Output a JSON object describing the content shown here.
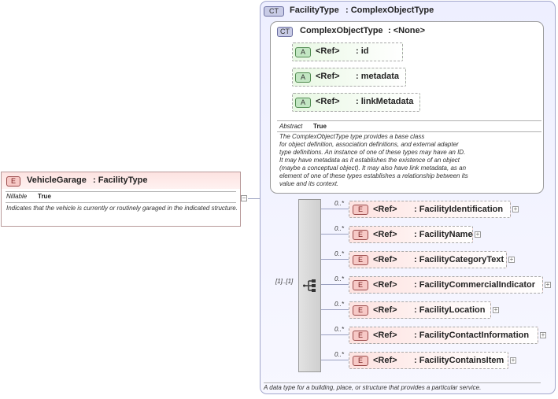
{
  "root_element": {
    "badge": "E",
    "name": "VehicleGarage",
    "type": ": FacilityType",
    "nillable_label": "Nillable",
    "nillable_value": "True",
    "doc": "Indicates that the vehicle is currently or routinely garaged in the indicated structure."
  },
  "complex_type": {
    "badge": "CT",
    "name": "FacilityType",
    "type": ": ComplexObjectType",
    "doc": "A data type for a building, place, or structure that provides a particular service."
  },
  "base_type": {
    "badge": "CT",
    "name": "ComplexObjectType",
    "type": ": <None>",
    "attributes": [
      {
        "badge": "A",
        "ref": "<Ref>",
        "name": ": id"
      },
      {
        "badge": "A",
        "ref": "<Ref>",
        "name": ": metadata"
      },
      {
        "badge": "A",
        "ref": "<Ref>",
        "name": ": linkMetadata"
      }
    ],
    "abstract_label": "Abstract",
    "abstract_value": "True",
    "doc_lines": [
      "The ComplexObjectType type provides a base class",
      "for object definition, association definitions, and external adapter",
      "type definitions. An instance of one of these types may have an ID.",
      "It may have metadata as it establishes the existence of an object",
      "(maybe a conceptual object). It may also have link metadata, as an",
      "element of one of these types establishes a relationship between its",
      "value and its context."
    ]
  },
  "sequence": {
    "occurrence": "[1]..[1]",
    "elements": [
      {
        "badge": "E",
        "ref": "<Ref>",
        "name": ": FacilityIdentification",
        "occ": "0..*"
      },
      {
        "badge": "E",
        "ref": "<Ref>",
        "name": ": FacilityName",
        "occ": "0..*"
      },
      {
        "badge": "E",
        "ref": "<Ref>",
        "name": ": FacilityCategoryText",
        "occ": "0..*"
      },
      {
        "badge": "E",
        "ref": "<Ref>",
        "name": ": FacilityCommercialIndicator",
        "occ": "0..*"
      },
      {
        "badge": "E",
        "ref": "<Ref>",
        "name": ": FacilityLocation",
        "occ": "0..*"
      },
      {
        "badge": "E",
        "ref": "<Ref>",
        "name": ": FacilityContactInformation",
        "occ": "0..*"
      },
      {
        "badge": "E",
        "ref": "<Ref>",
        "name": ": FacilityContainsItem",
        "occ": "0..*"
      }
    ]
  },
  "icons": {
    "expand": "plus-icon",
    "collapse": "minus-icon",
    "sequence": "sequence-icon"
  },
  "colors": {
    "element_fill": "#fde3e1",
    "attribute_fill": "#e9f8e4",
    "complex_type_fill": "#eeefff"
  }
}
